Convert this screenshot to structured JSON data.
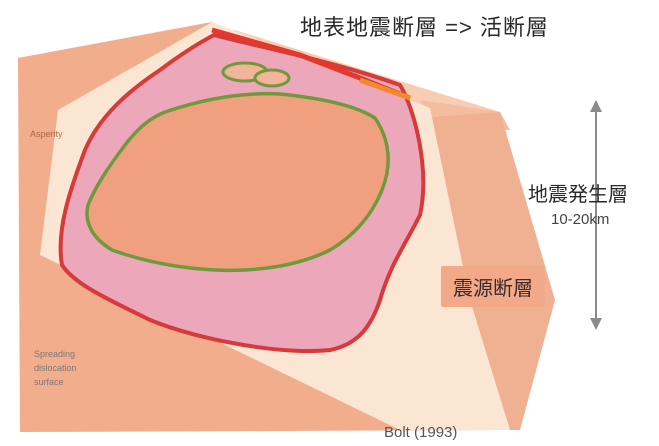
{
  "title": "地表地震断層 => 活断層",
  "seismogenic_layer": "地震発生層",
  "depth_range": "10-20km",
  "source_fault": "震源断層",
  "asperity": "Asperity",
  "spreading_dislocation": [
    "Spreading",
    "dislocation",
    "surface"
  ],
  "credit": "Bolt (1993)",
  "colors": {
    "block_top": "#f7c4a8",
    "block_front": "#f0a888",
    "block_side": "#f3b597",
    "fault_plane": "#fbe7d6",
    "rupture_outline": "#d63a3a",
    "rupture_fill": "#eba6b9",
    "asperity_fill": "#ef9a80",
    "asperity_outline": "#6f9a3c",
    "surface_break": "#e2382d",
    "arrow": "#8a8a8a"
  }
}
